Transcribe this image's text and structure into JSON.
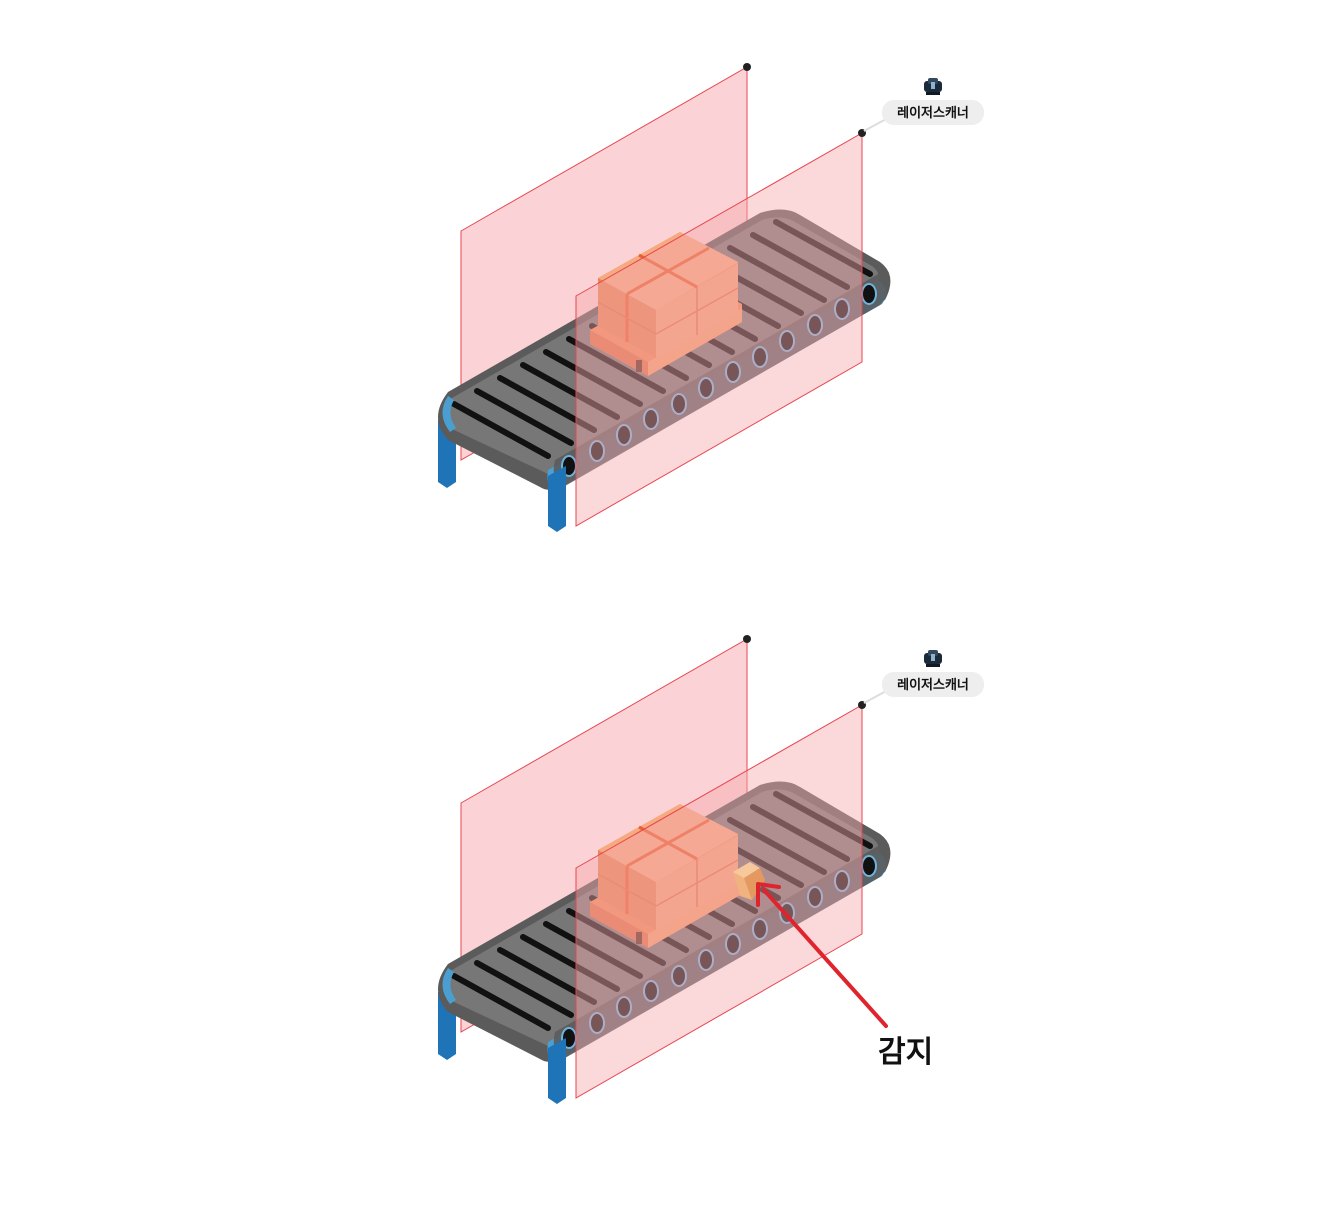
{
  "scanner_label": "레이저스캐너",
  "detect_label": "감지",
  "colors": {
    "frame": "#5b5b5b",
    "belt_edge": "#4a9fd0",
    "leg": "#1f73b7",
    "slat_dark": "#111111",
    "slat_light": "#777777",
    "box": "#f0956a",
    "box_light": "#f5aa80",
    "box_tape": "#e8622e",
    "pallet": "#ee8a5a",
    "plane_fill": "#f7a8ad",
    "plane_stroke": "#e8454f",
    "arrow": "#e0242d",
    "debris": "#f0b27e"
  },
  "icons": {
    "scanner": "laser-scanner-icon"
  },
  "panels": [
    {
      "name": "normal-state",
      "shows_detection": false
    },
    {
      "name": "detection-state",
      "shows_detection": true
    }
  ]
}
